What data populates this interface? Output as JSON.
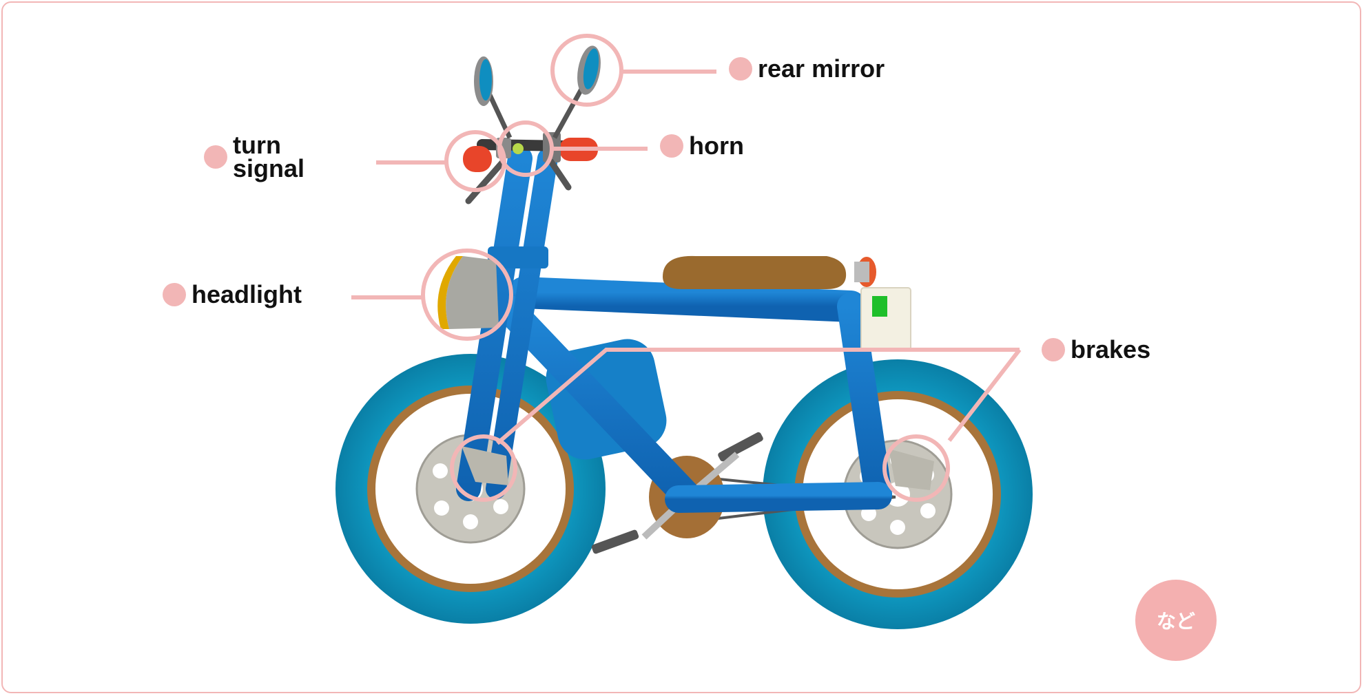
{
  "labels": {
    "rear_mirror": "rear mirror",
    "horn": "horn",
    "turn_signal": "turn\nsignal",
    "headlight": "headlight",
    "brakes": "brakes"
  },
  "etc_badge": "など",
  "colors": {
    "frame_blue": "#1676c8",
    "tire": "#12a0c6",
    "rim": "#a8743a",
    "seat": "#9a6a2e",
    "callout": "#f2b6b6",
    "turn_signal": "#e8452a",
    "headlight_rim": "#e2a800"
  }
}
